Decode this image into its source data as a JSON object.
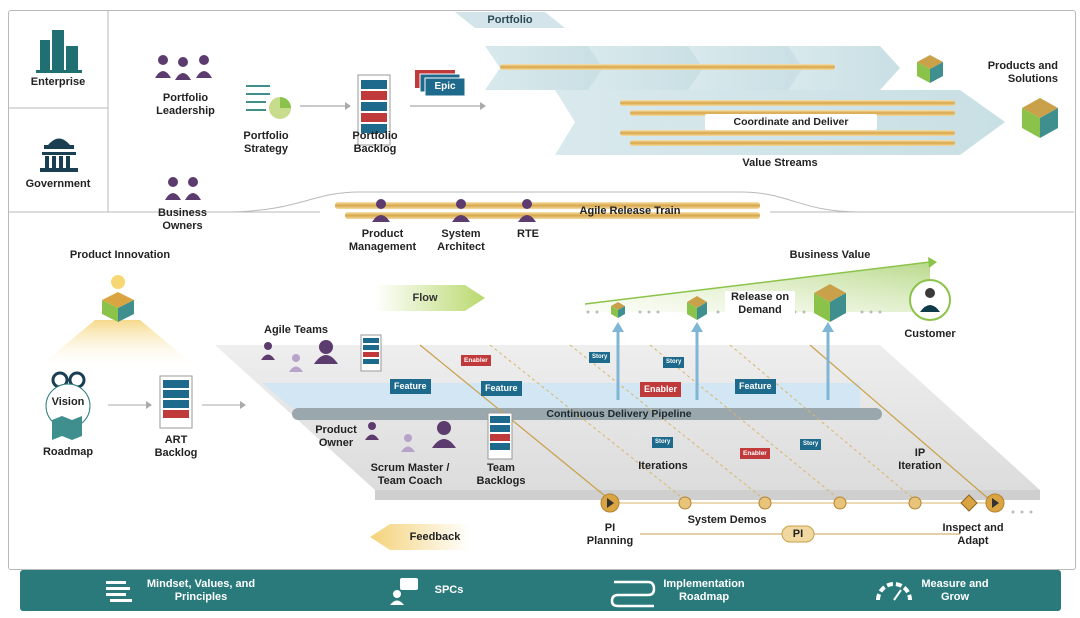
{
  "side": {
    "enterprise": "Enterprise",
    "government": "Government"
  },
  "portfolio": {
    "tab": "Portfolio",
    "leadership": "Portfolio Leadership",
    "strategy": "Portfolio Strategy",
    "backlog": "Portfolio Backlog",
    "epic": "Epic",
    "coordinate": "Coordinate and Deliver",
    "value_streams": "Value Streams",
    "products": "Products and Solutions",
    "business_owners": "Business Owners"
  },
  "art": {
    "train": "Agile Release Train",
    "pm": "Product Management",
    "sa": "System Architect",
    "rte": "RTE"
  },
  "left": {
    "product_innovation": "Product Innovation",
    "vision": "Vision",
    "roadmap": "Roadmap",
    "art_backlog": "ART Backlog"
  },
  "flow": {
    "flow": "Flow",
    "feedback": "Feedback",
    "business_value": "Business Value",
    "release": "Release on Demand",
    "customer": "Customer"
  },
  "platform": {
    "agile_teams": "Agile Teams",
    "product_owner": "Product Owner",
    "scrum_master": "Scrum Master / Team Coach",
    "team_backlogs": "Team Backlogs",
    "cdp": "Continuous Delivery Pipeline",
    "iterations": "Iterations",
    "ip_iteration": "IP Iteration",
    "pi_planning": "PI Planning",
    "system_demos": "System Demos",
    "pi": "PI",
    "inspect": "Inspect and Adapt",
    "feature": "Feature",
    "enabler": "Enabler",
    "story": "Story"
  },
  "footer": {
    "mindset": "Mindset, Values, and Principles",
    "spcs": "SPCs",
    "impl": "Implementation Roadmap",
    "measure": "Measure and Grow"
  },
  "colors": {
    "teal": "#2a7a7c",
    "blue": "#1d6a8c",
    "red": "#c0393b",
    "gold": "#d9a441",
    "purple": "#5c3b6e",
    "green": "#8bc34a"
  }
}
